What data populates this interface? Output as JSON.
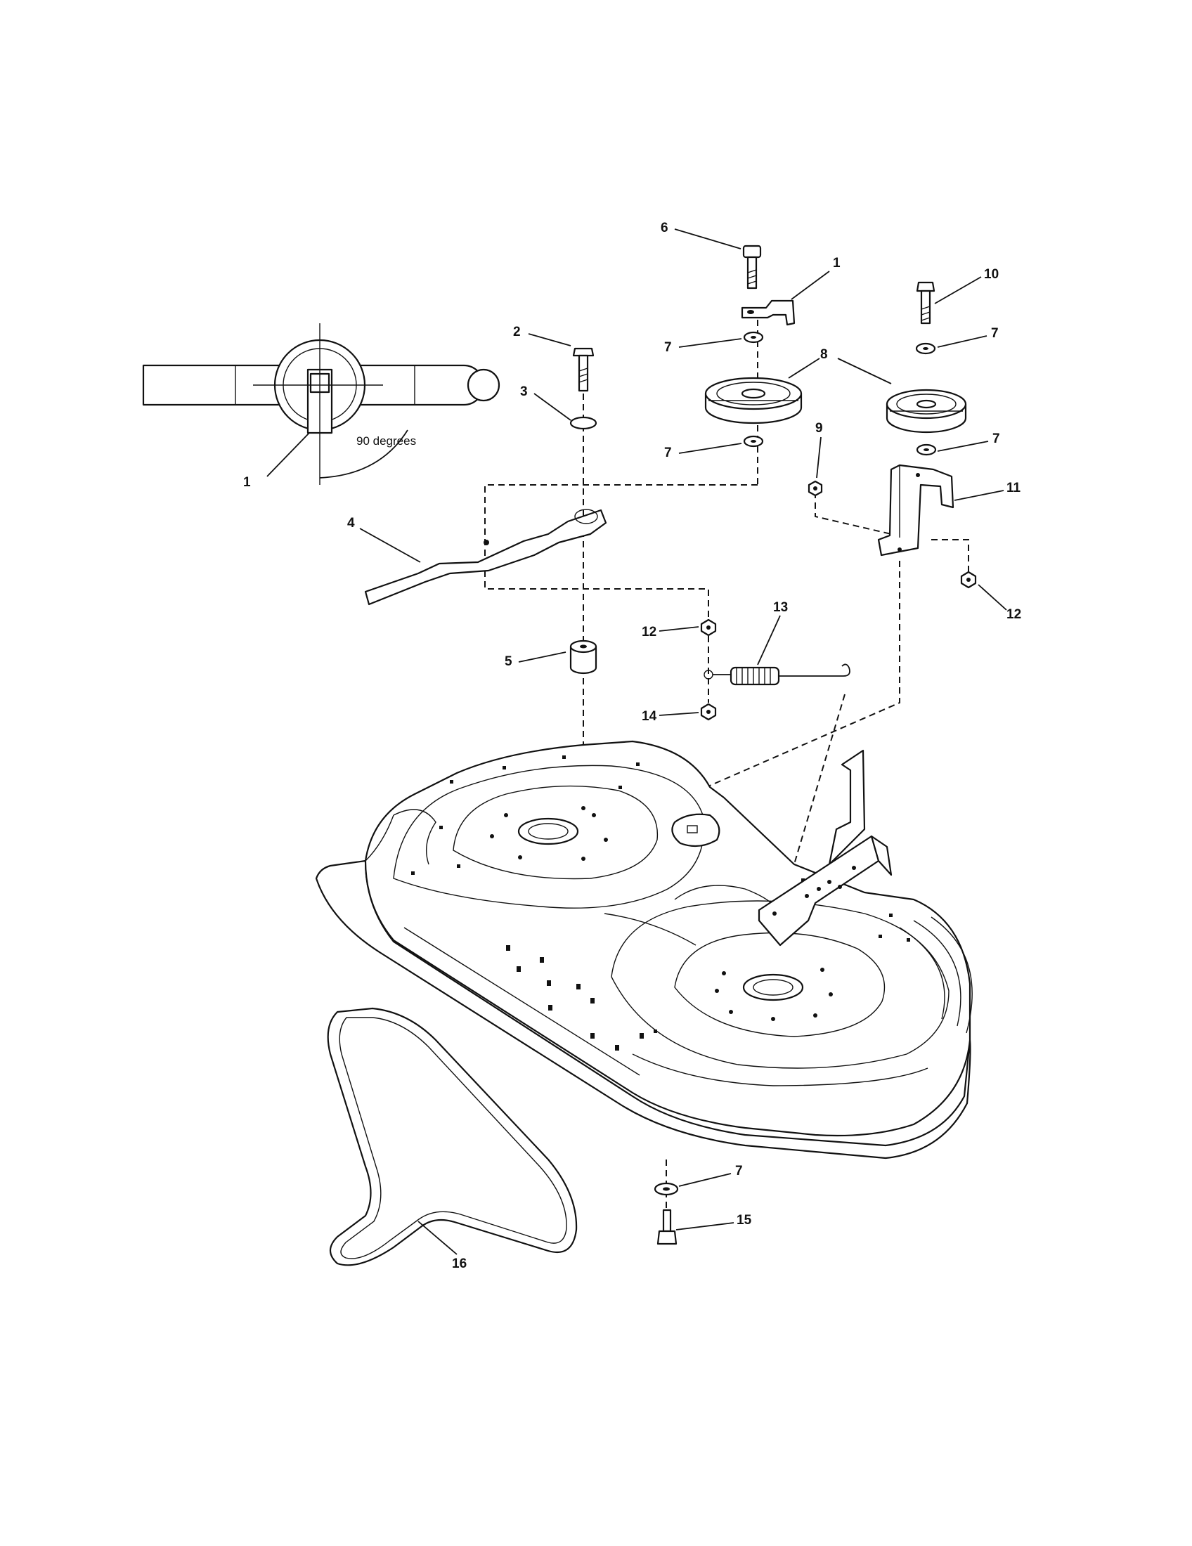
{
  "diagram": {
    "callouts": {
      "detail_bracket": "1",
      "bracket_top": "1",
      "bolt_left": "2",
      "washer_flat": "3",
      "idler_arm": "4",
      "spacer": "5",
      "bolt_center": "6",
      "washer_a": "7",
      "washer_b": "7",
      "washer_c": "7",
      "washer_d": "7",
      "washer_bottom": "7",
      "pulley_left": "8",
      "nut_small": "9",
      "bolt_right": "10",
      "bracket_right": "11",
      "nut_center": "12",
      "nut_right": "12",
      "spring": "13",
      "nut_lower": "14",
      "bolt_bottom": "15",
      "belt": "16"
    },
    "angle_note": "90 degrees"
  }
}
